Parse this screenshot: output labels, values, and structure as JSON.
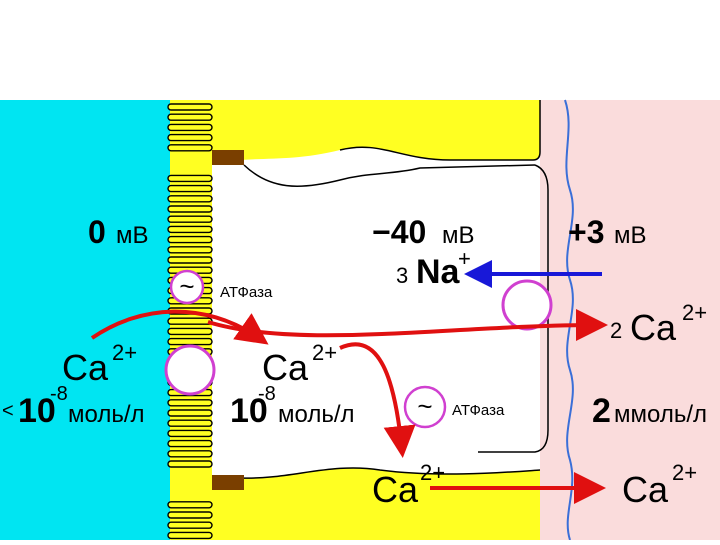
{
  "colors": {
    "lumen": "#00e5f2",
    "cell": "#ffff22",
    "interstitial": "#fadcdc",
    "arrow_red": "#e01010",
    "arrow_blue": "#1818d8",
    "pump_border": "#d040d0",
    "membrane_blue": "#3a6fd8",
    "junction": "#7a3f00"
  },
  "lumen": {
    "potential_value": "0",
    "potential_unit": "мВ",
    "ion": "Ca",
    "ion_charge": "2+",
    "conc_prefix": "<",
    "conc_base": "10",
    "conc_exp": "-8",
    "conc_unit": "моль/л"
  },
  "cell": {
    "potential_value": "−40",
    "potential_unit": "мВ",
    "ion": "Ca",
    "ion_charge": "2+",
    "conc_base": "10",
    "conc_exp": "-8",
    "conc_unit": "моль/л",
    "na_coef": "3",
    "na_ion": "Na",
    "na_charge": "+",
    "atpase_apical": "АТФаза",
    "atpase_basal": "АТФаза",
    "ion_basal": "Ca",
    "ion_basal_charge": "2+"
  },
  "interstitium": {
    "potential_value": "+3",
    "potential_unit": "мВ",
    "ca_coef": "2",
    "ion": "Ca",
    "ion_charge": "2+",
    "conc_value": "2",
    "conc_unit": "ммоль/л",
    "ion_out": "Ca",
    "ion_out_charge": "2+"
  },
  "symbols": {
    "tilde": "~"
  }
}
